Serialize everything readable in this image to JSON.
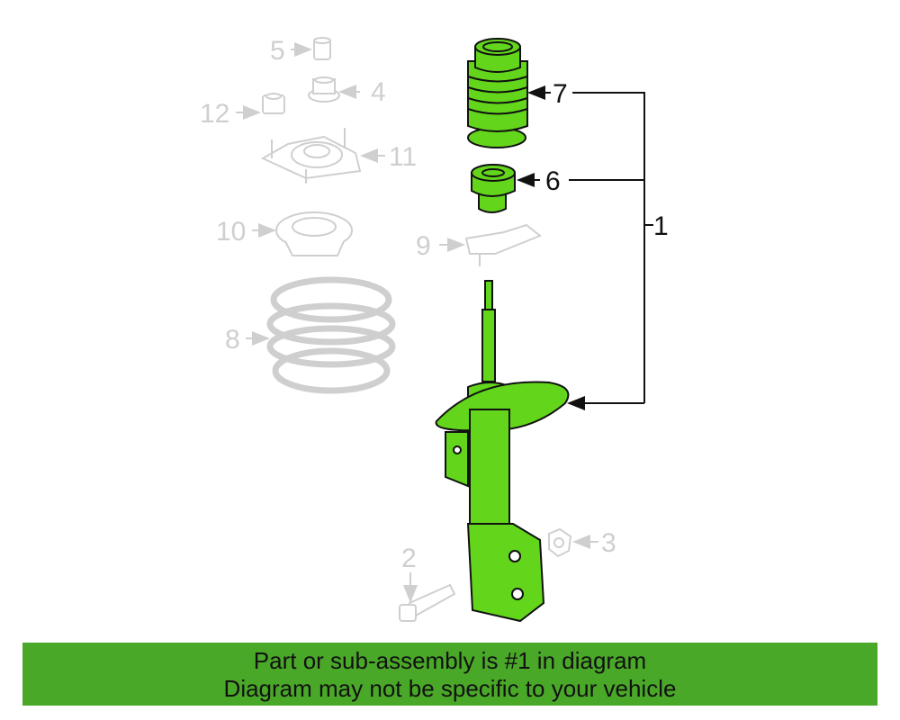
{
  "callouts": {
    "c1": "1",
    "c2": "2",
    "c3": "3",
    "c4": "4",
    "c5": "5",
    "c6": "6",
    "c7": "7",
    "c8": "8",
    "c9": "9",
    "c10": "10",
    "c11": "11",
    "c12": "12"
  },
  "highlighted_part": "1",
  "colors": {
    "highlight_part": "#63d61c",
    "banner": "#4aa829",
    "faded_part": "#cfcfcf",
    "active_label": "#111111"
  },
  "banner": {
    "line1": "Part or sub-assembly is #1 in diagram",
    "line2": "Diagram may not be specific to your vehicle"
  }
}
